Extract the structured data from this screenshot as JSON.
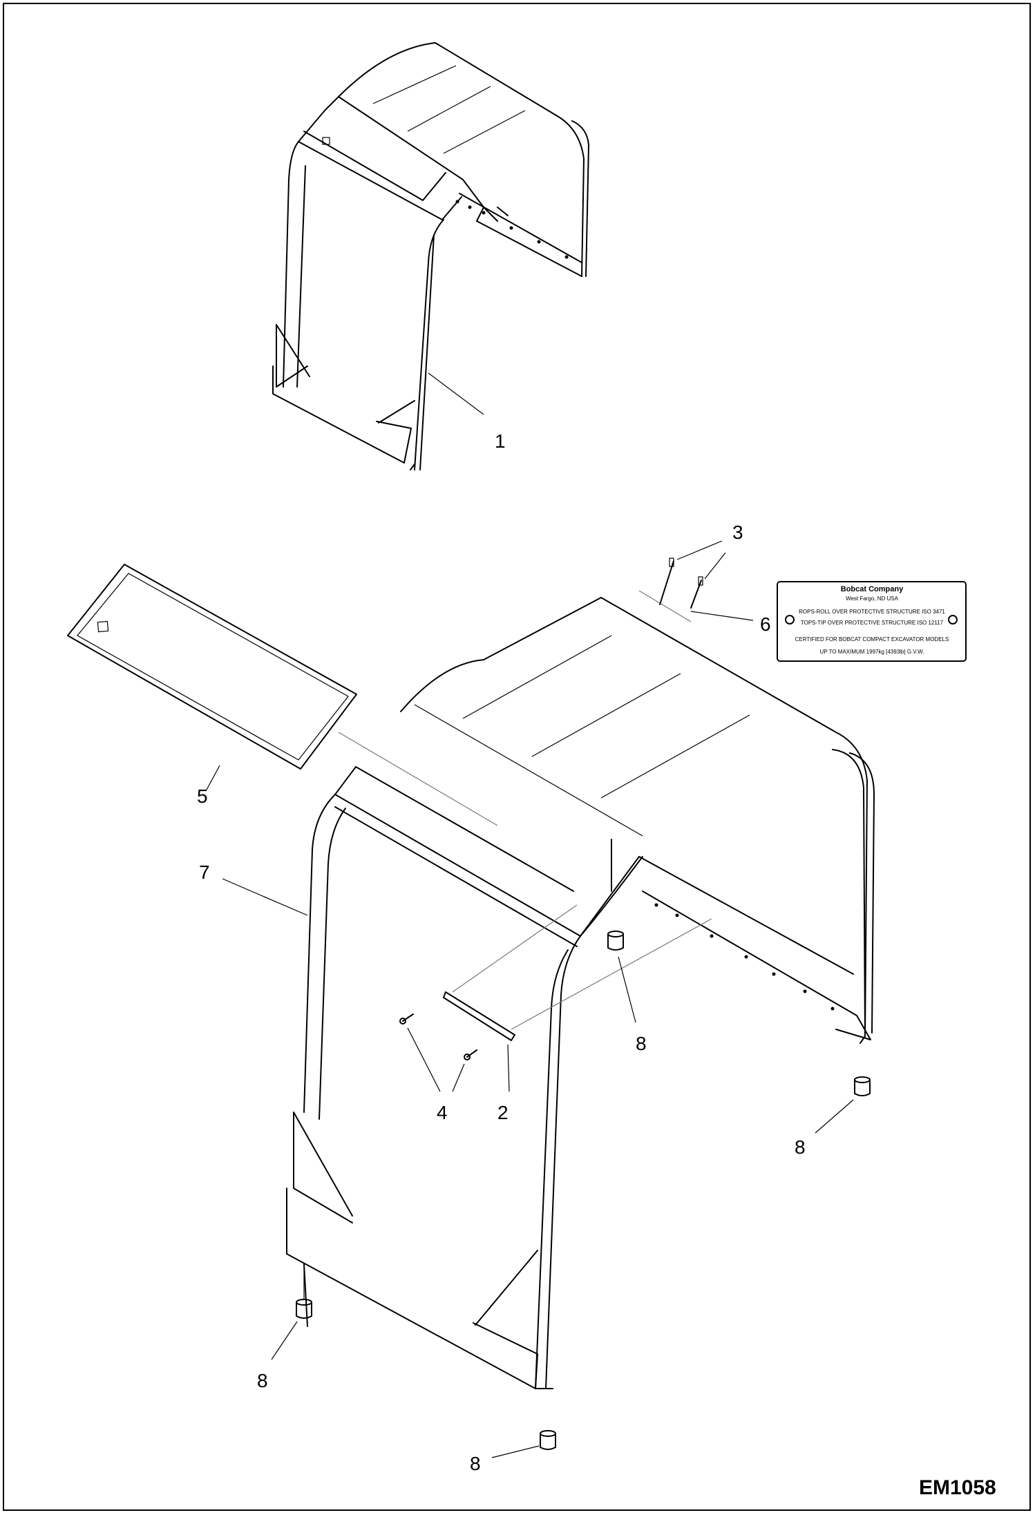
{
  "drawing_code": "EM1058",
  "callouts": [
    "1",
    "2",
    "3",
    "4",
    "5",
    "6",
    "7",
    "8"
  ],
  "plate": {
    "line1": "Bobcat Company",
    "line2": "West Fargo, ND USA",
    "line3": "ROPS-ROLL OVER PROTECTIVE STRUCTURE ISO 3471",
    "line4": "TOPS-TIP OVER PROTECTIVE STRUCTURE ISO 12117",
    "line5": "CERTIFIED FOR BOBCAT COMPACT EXCAVATOR MODELS",
    "line6": "UP TO MAXIMUM 1997kg [4393lb] G.V.W."
  }
}
